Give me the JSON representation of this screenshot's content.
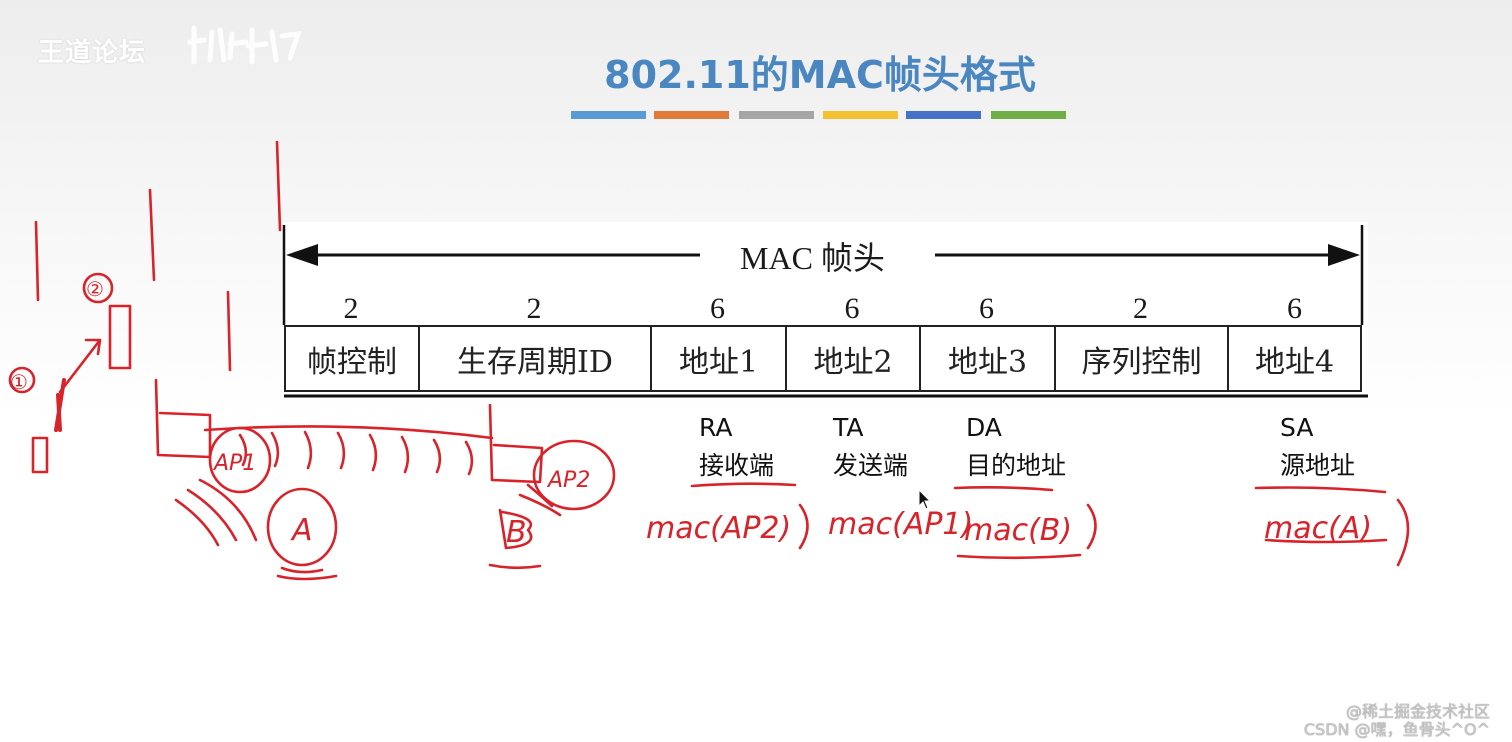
{
  "logo": {
    "text": "王道论坛"
  },
  "title": "802.11的MAC帧头格式",
  "colorbar": [
    "#5b9bd5",
    "#e07b39",
    "#a5a5a5",
    "#f2c232",
    "#4472c4",
    "#70ad47"
  ],
  "header": {
    "label": "MAC 帧头",
    "fields": [
      {
        "size": "2",
        "name": "帧控制"
      },
      {
        "size": "2",
        "name": "生存周期ID"
      },
      {
        "size": "6",
        "name": "地址1"
      },
      {
        "size": "6",
        "name": "地址2"
      },
      {
        "size": "6",
        "name": "地址3"
      },
      {
        "size": "2",
        "name": "序列控制"
      },
      {
        "size": "6",
        "name": "地址4"
      }
    ]
  },
  "annotations": [
    {
      "abbr": "RA",
      "desc": "接收端",
      "handwritten": "mac(AP2)"
    },
    {
      "abbr": "TA",
      "desc": "发送端",
      "handwritten": "mac(AP1)"
    },
    {
      "abbr": "DA",
      "desc": "目的地址",
      "handwritten": "mac(B)"
    },
    {
      "abbr": "SA",
      "desc": "源地址",
      "handwritten": "mac(A)"
    }
  ],
  "sketch": {
    "ap1": "AP1",
    "ap2": "AP2",
    "host_a": "A",
    "host_b": "B",
    "step1": "①",
    "step2": "②"
  },
  "watermark": {
    "line1": "@稀土掘金技术社区",
    "line2": "CSDN @嘿，鱼骨头^O^"
  }
}
